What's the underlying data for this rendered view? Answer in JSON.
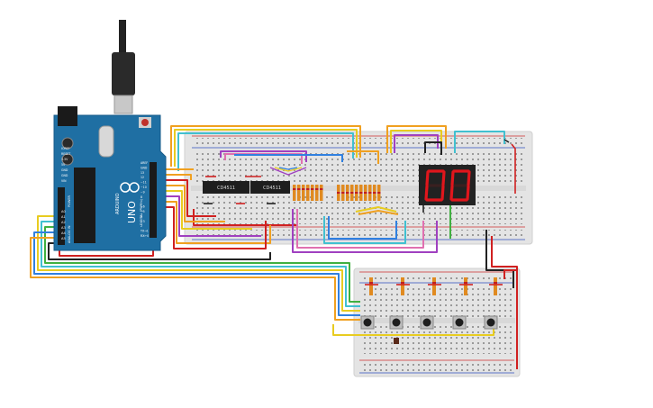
{
  "arduino": {
    "brand": "ARDUINO",
    "model": "UNO",
    "header_digital": "DIGITAL (PWM~)",
    "header_power": "POWER",
    "header_analog": "ANALOG IN",
    "pin_labels_left": [
      "IOREF",
      "RESET",
      "3.3V",
      "5V",
      "GND",
      "GND",
      "VIN"
    ],
    "analog_labels": [
      "A0",
      "A1",
      "A2",
      "A3",
      "A4",
      "A5"
    ],
    "digital_labels": [
      "AREF",
      "GND",
      "13",
      "12",
      "~11",
      "~10",
      "~9",
      "8",
      "7",
      "~6",
      "~5",
      "4",
      "~3",
      "2",
      "TX→1",
      "RX←0"
    ]
  },
  "chips": [
    {
      "label": "CD4511"
    },
    {
      "label": "CD4511"
    }
  ],
  "display": {
    "digits": [
      "0",
      "0"
    ],
    "segment_color": "#e0161c",
    "body_color": "#222222"
  },
  "colors": {
    "board_blue": "#1f6fa3",
    "breadboard": "#e4e4e4",
    "wire_orange": "#f0a020",
    "wire_red": "#d02020",
    "wire_yellow": "#e8cc20",
    "wire_purple": "#a040c0",
    "wire_blue": "#3080e0",
    "wire_green": "#40b040",
    "wire_cyan": "#40c0d0",
    "wire_black": "#222222"
  }
}
